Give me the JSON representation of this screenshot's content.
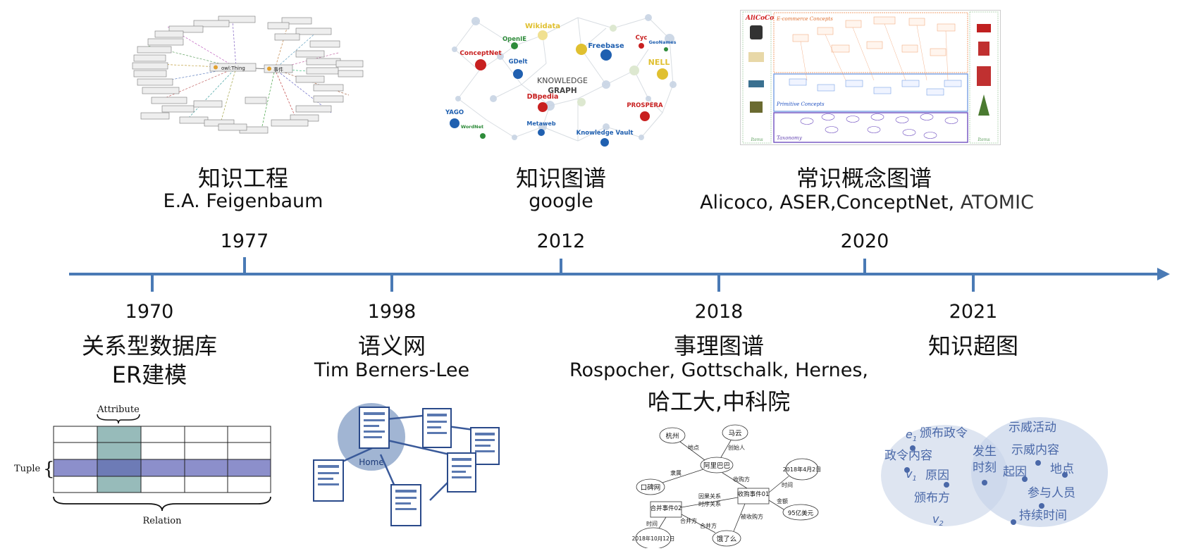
{
  "timeline": {
    "above": [
      {
        "year": "1977",
        "title": "知识工程",
        "subtitle": "E.A. Feigenbaum"
      },
      {
        "year": "2012",
        "title": "知识图谱",
        "subtitle": "google"
      },
      {
        "year": "2020",
        "title": "常识概念图谱",
        "subtitle_a": "Alicoco, ASER,ConceptNet, ",
        "subtitle_b": "ATOMIC"
      }
    ],
    "below": [
      {
        "year": "1970",
        "title": "关系型数据库",
        "subtitle": "ER建模"
      },
      {
        "year": "1998",
        "title": "语义网",
        "subtitle": "Tim Berners-Lee"
      },
      {
        "year": "2018",
        "title": "事理图谱",
        "subtitle": "Rospocher, Gottschalk, Hernes,",
        "subtitle2": "哈工大,中科院"
      },
      {
        "year": "2021",
        "title": "知识超图"
      }
    ],
    "axis_color": "#4a7ab5"
  },
  "ontology_fig": {
    "center_node": "owl:Thing",
    "hub_node": "事件"
  },
  "kg_fig": {
    "nodes": [
      "OpenIE",
      "Wikidata",
      "ConceptNet",
      "Freebase",
      "Cyc",
      "GeoNames",
      "GDelt",
      "NELL",
      "DBpedia",
      "PROSPERA",
      "YAGO",
      "WordNet",
      "Metaweb",
      "Knowledge Vault"
    ],
    "center_line1": "KNOWLEDGE",
    "center_line2": "GRAPH"
  },
  "alicoco_fig": {
    "brand": "AliCoCo",
    "l1": "E-commerce Concepts",
    "l2": "Primitive Concepts",
    "l3": "Taxonomy",
    "side_left": "Items",
    "side_right": "Items"
  },
  "table_fig": {
    "attribute": "Attribute",
    "tuple": "Tuple",
    "relation": "Relation"
  },
  "web_fig": {
    "home": "Home"
  },
  "event_fig": {
    "nodes": [
      "杭州",
      "马云",
      "阿里巴巴",
      "口碑网",
      "收购事件01",
      "2018年4月2日",
      "合并事件02",
      "95亿美元",
      "2018年10月12日",
      "饿了么"
    ],
    "edges": [
      "地点",
      "创始人",
      "隶属",
      "收购方",
      "时间",
      "因果关系",
      "时序关系",
      "合并方",
      "金额",
      "被收购方",
      "时间",
      "合并方"
    ]
  },
  "hyper_fig": {
    "left": [
      "颁布政令",
      "政令内容",
      "原因",
      "颁布方"
    ],
    "shared": [
      "发生",
      "时刻"
    ],
    "right": [
      "示威活动",
      "示威内容",
      "起因",
      "地点",
      "参与人员",
      "持续时间"
    ],
    "vars": [
      "e",
      "1",
      "v",
      "1",
      "v",
      "2"
    ]
  }
}
